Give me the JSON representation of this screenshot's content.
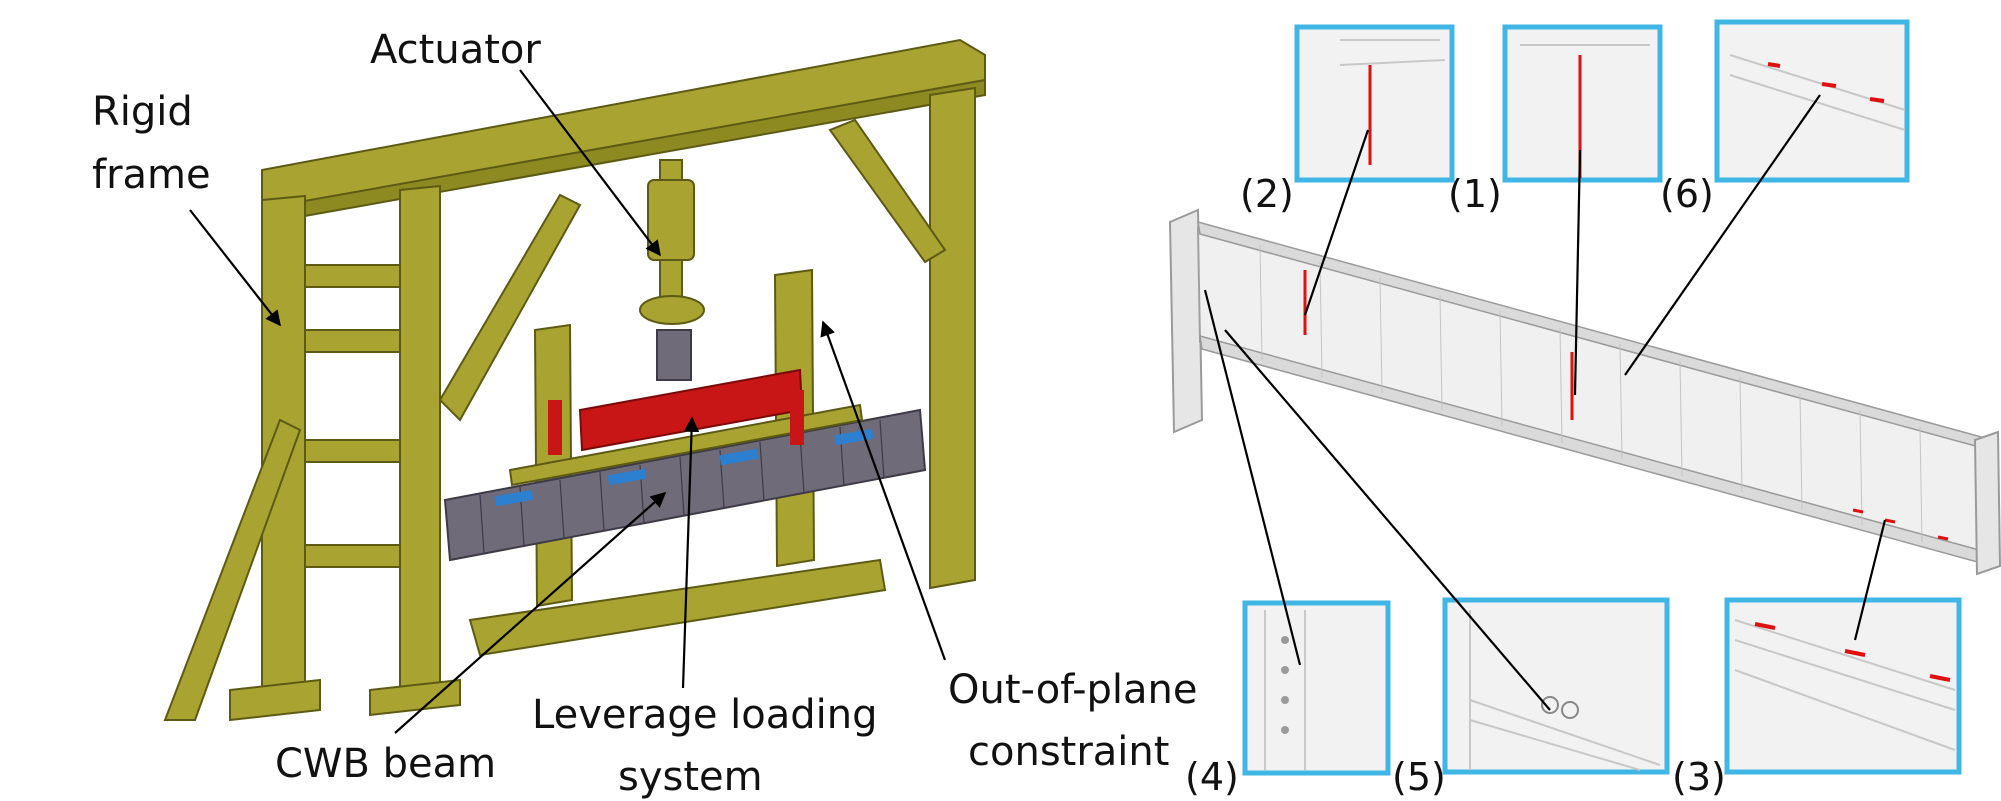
{
  "left_figure": {
    "labels": {
      "actuator": "Actuator",
      "rigid_frame_line1": "Rigid",
      "rigid_frame_line2": "frame",
      "cwb_beam": "CWB beam",
      "leverage_line1": "Leverage loading",
      "leverage_line2": "system",
      "out_of_plane_line1": "Out-of-plane",
      "out_of_plane_line2": "constraint"
    }
  },
  "right_figure": {
    "insets": [
      {
        "id": "inset-2",
        "label": "(2)"
      },
      {
        "id": "inset-1",
        "label": "(1)"
      },
      {
        "id": "inset-6",
        "label": "(6)"
      },
      {
        "id": "inset-4",
        "label": "(4)"
      },
      {
        "id": "inset-5",
        "label": "(5)"
      },
      {
        "id": "inset-3",
        "label": "(3)"
      }
    ]
  },
  "colors": {
    "frame": "#a9a431",
    "loading_beam": "#c81515",
    "cwb_beam": "#6f6b78",
    "bearing": "#2d7fd0",
    "inset_border": "#3fb6e4",
    "crack": "#e01010"
  }
}
